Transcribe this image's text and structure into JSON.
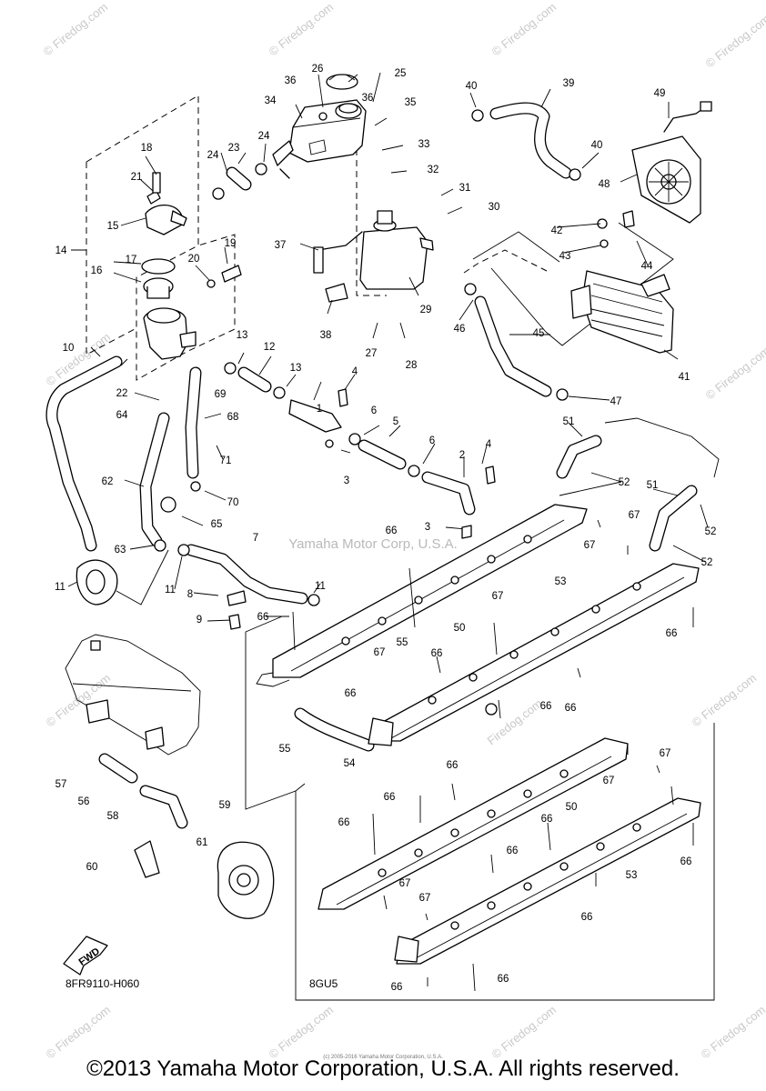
{
  "watermark": {
    "center_text": "Yamaha Motor Corp, U.S.A.",
    "tile_text": "© Firedog.com",
    "stamp_text": "Firedog.com"
  },
  "diagram": {
    "code": "8FR9110-H060",
    "variant_label": "8GU5",
    "fwd_label": "FWD",
    "callouts": [
      "1",
      "2",
      "3",
      "4",
      "5",
      "6",
      "7",
      "8",
      "9",
      "10",
      "11",
      "12",
      "13",
      "14",
      "15",
      "16",
      "17",
      "18",
      "19",
      "20",
      "21",
      "22",
      "23",
      "24",
      "25",
      "26",
      "27",
      "28",
      "29",
      "30",
      "31",
      "32",
      "33",
      "34",
      "35",
      "36",
      "37",
      "38",
      "39",
      "40",
      "41",
      "42",
      "43",
      "44",
      "45",
      "46",
      "47",
      "48",
      "49",
      "50",
      "51",
      "52",
      "53",
      "54",
      "55",
      "56",
      "57",
      "58",
      "59",
      "60",
      "61",
      "62",
      "63",
      "64",
      "65",
      "66",
      "67",
      "68",
      "69",
      "70",
      "71"
    ]
  },
  "footer": {
    "tiny_credit": "(c) 2005-2016 Yamaha Motor Corporation, U.S.A.",
    "copyright": "©2013 Yamaha Motor Corporation, U.S.A. All rights reserved."
  }
}
